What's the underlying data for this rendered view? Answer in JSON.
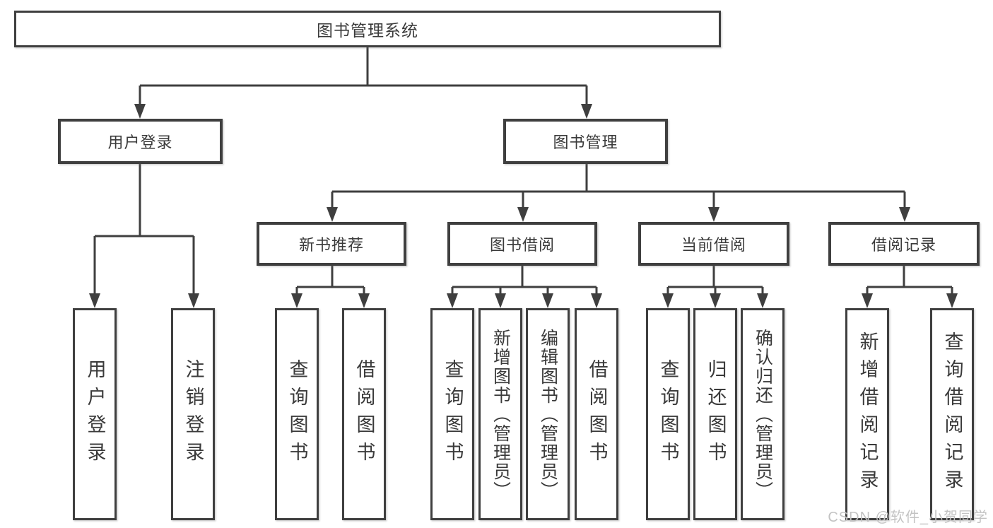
{
  "nodes": {
    "root": "图书管理系统",
    "level2": {
      "user_login": "用户登录",
      "book_management": "图书管理"
    },
    "level3": {
      "new_book_recommend": "新书推荐",
      "book_borrow": "图书借阅",
      "current_borrow": "当前借阅",
      "borrow_record": "借阅记录"
    },
    "leaves": {
      "user_login": "用户登录",
      "logout": "注销登录",
      "nb_query_book": "查询图书",
      "nb_borrow_book": "借阅图书",
      "bb_query_book": "查询图书",
      "bb_add_book": "新增图书（管理员）",
      "bb_edit_book": "编辑图书（管理员）",
      "bb_borrow_book": "借阅图书",
      "cb_query_book": "查询图书",
      "cb_return_book": "归还图书",
      "cb_confirm_return": "确认归还（管理员）",
      "br_add_record": "新增借阅记录",
      "br_query_record": "查询借阅记录"
    }
  },
  "watermark": "CSDN @软件_小贺同学",
  "colors": {
    "line": "#3f3f3f",
    "text": "#3a3a3a",
    "watermark": "#c3c3c3",
    "background": "#ffffff"
  }
}
